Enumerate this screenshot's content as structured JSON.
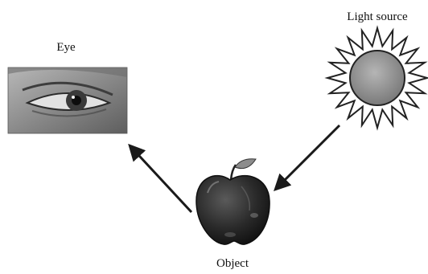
{
  "labels": {
    "eye": "Eye",
    "light_source": "Light source",
    "object": "Object"
  },
  "icons": {
    "eye": "eye-photo-icon",
    "light_source": "sun-icon",
    "object": "apple-icon"
  },
  "colors": {
    "arrow": "#1a1a1a",
    "sun_fill": "#9a9a9a",
    "apple_fill": "#2a2a2a"
  }
}
